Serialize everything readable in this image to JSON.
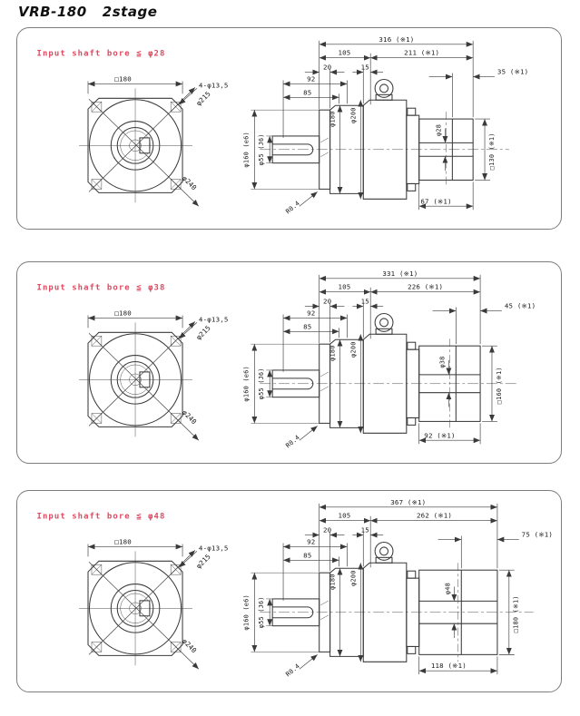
{
  "title": "VRB-180   2stage",
  "colors": {
    "note_red": "#e04860",
    "line": "#3a3a3a"
  },
  "panels": [
    {
      "note": "Input shaft bore ≦ φ28",
      "front": {
        "square": "□180",
        "holes": "4-φ13,5",
        "bolt_circle": "φ215",
        "corner_circle": "φ240"
      },
      "side": {
        "total": "316 (※1)",
        "len_in": "105",
        "len_body": "211 (※1)",
        "t20": "20",
        "t15": "15",
        "d92": "92",
        "d85": "85",
        "spigot": "φ160 (e6)",
        "hub": "φ55 (J6)",
        "d180": "φ180",
        "d200": "φ200",
        "r04": "R0.4",
        "ext": "35 (※1)",
        "bore": "φ28",
        "sq": "□130 (※1)",
        "out_len": "67 (※1)"
      }
    },
    {
      "note": "Input shaft bore ≦ φ38",
      "front": {
        "square": "□180",
        "holes": "4-φ13,5",
        "bolt_circle": "φ215",
        "corner_circle": "φ240"
      },
      "side": {
        "total": "331 (※1)",
        "len_in": "105",
        "len_body": "226 (※1)",
        "t20": "20",
        "t15": "15",
        "d92": "92",
        "d85": "85",
        "spigot": "φ160 (e6)",
        "hub": "φ55 (J6)",
        "d180": "φ180",
        "d200": "φ200",
        "r04": "R0.4",
        "ext": "45 (※1)",
        "bore": "φ38",
        "sq": "□160 (※1)",
        "out_len": "92 (※1)"
      }
    },
    {
      "note": "Input shaft bore ≦ φ48",
      "front": {
        "square": "□180",
        "holes": "4-φ13,5",
        "bolt_circle": "φ215",
        "corner_circle": "φ240"
      },
      "side": {
        "total": "367 (※1)",
        "len_in": "105",
        "len_body": "262 (※1)",
        "t20": "20",
        "t15": "15",
        "d92": "92",
        "d85": "85",
        "spigot": "φ160 (e6)",
        "hub": "φ55 (J6)",
        "d180": "φ180",
        "d200": "φ200",
        "r04": "R0.4",
        "ext": "75 (※1)",
        "bore": "φ48",
        "sq": "□180 (※1)",
        "out_len": "118 (※1)"
      }
    }
  ]
}
